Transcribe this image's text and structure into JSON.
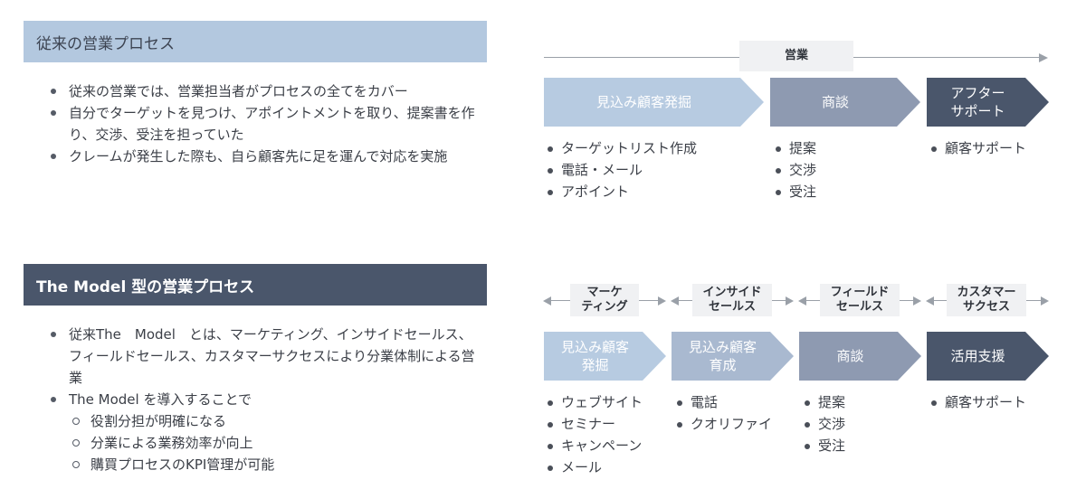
{
  "traditional": {
    "title": "従来の営業プロセス",
    "bullets": [
      "従来の営業では、営業担当者がプロセスの全てをカバー",
      "自分でターゲットを見つけ、アポイントメントを取り、提案書を作り、交渉、受注を担っていた",
      "クレームが発生した際も、自ら顧客先に足を運んで対応を実施"
    ],
    "timeline_label": "営業",
    "steps": [
      {
        "label": "見込み顧客発掘",
        "items": [
          "ターゲットリスト作成",
          "電話・メール",
          "アポイント"
        ]
      },
      {
        "label": "商談",
        "items": [
          "提案",
          "交渉",
          "受注"
        ]
      },
      {
        "label": "アフター\nサポート",
        "items": [
          "顧客サポート"
        ]
      }
    ]
  },
  "model": {
    "title": "The Model 型の営業プロセス",
    "bullets": [
      "従来The　Model　とは、マーケティング、インサイドセールス、フィールドセールス、カスタマーサクセスにより分業体制による営業",
      "The Model を導入することで"
    ],
    "sub_bullets": [
      "役割分担が明確になる",
      "分業による業務効率が向上",
      "購買プロセスのKPI管理が可能"
    ],
    "phase_labels": [
      "マーケ\nティング",
      "インサイド\nセールス",
      "フィールド\nセールス",
      "カスタマー\nサクセス"
    ],
    "steps": [
      {
        "label": "見込み顧客\n発掘",
        "items": [
          "ウェブサイト",
          "セミナー",
          "キャンペーン",
          "メール"
        ]
      },
      {
        "label": "見込み顧客\n育成",
        "items": [
          "電話",
          "クオリファイ"
        ]
      },
      {
        "label": "商談",
        "items": [
          "提案",
          "交渉",
          "受注"
        ]
      },
      {
        "label": "活用支援",
        "items": [
          "顧客サポート"
        ]
      }
    ]
  }
}
